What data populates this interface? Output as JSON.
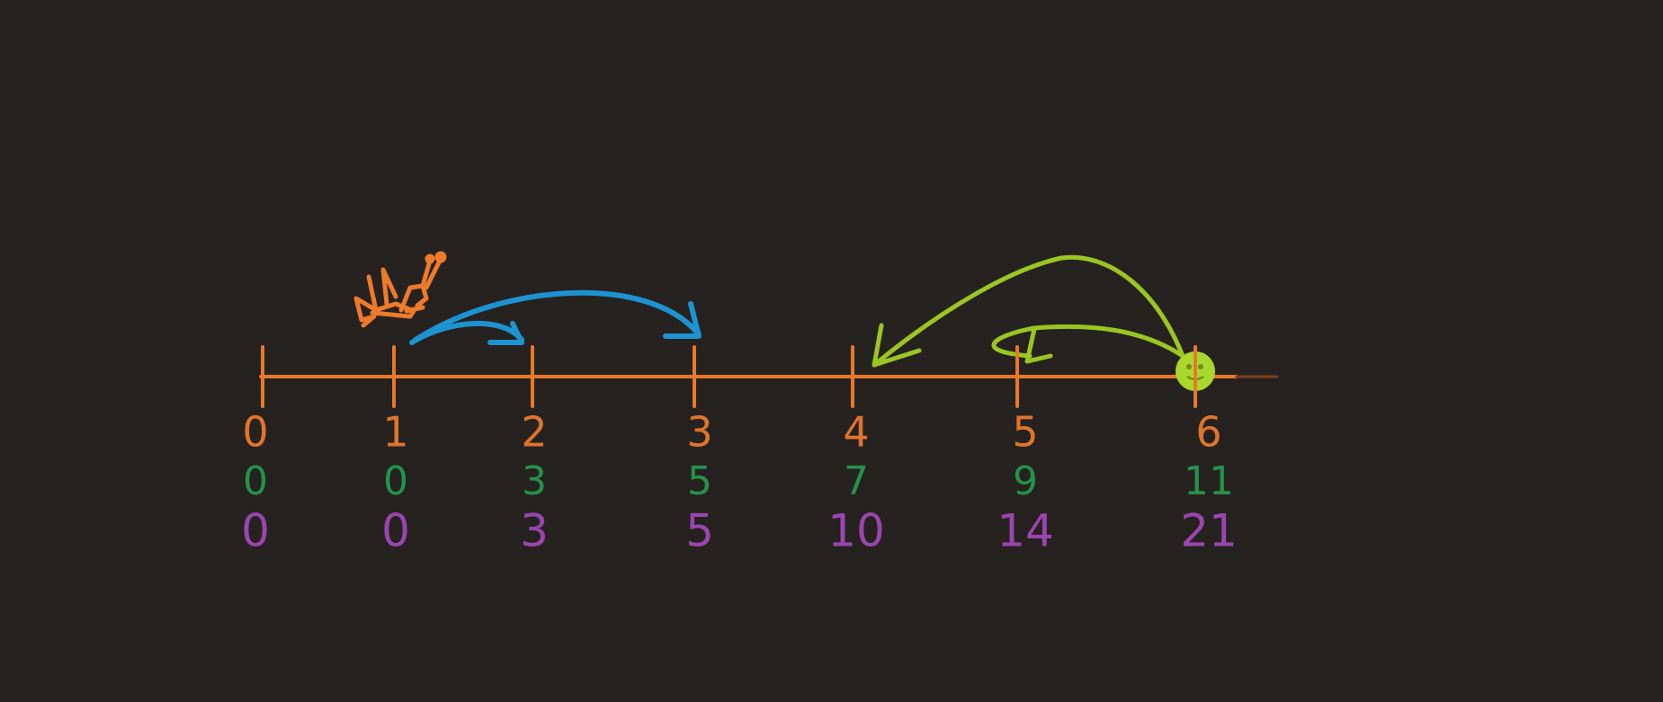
{
  "colors": {
    "background": "#26221f",
    "axis": "#e8782a",
    "row_orange": "#e0742c",
    "row_green": "#24934a",
    "row_purple": "#9b45b0",
    "hop_forward": "#1d93d2",
    "hop_backward": "#9bc522",
    "marker_dot": "#a9d82c",
    "creature": "#ee7a2c"
  },
  "number_line": {
    "columns": [
      {
        "top": "0",
        "middle": "0",
        "bottom": "0"
      },
      {
        "top": "1",
        "middle": "0",
        "bottom": "0"
      },
      {
        "top": "2",
        "middle": "3",
        "bottom": "3"
      },
      {
        "top": "3",
        "middle": "5",
        "bottom": "5"
      },
      {
        "top": "4",
        "middle": "7",
        "bottom": "10"
      },
      {
        "top": "5",
        "middle": "9",
        "bottom": "14"
      },
      {
        "top": "6",
        "middle": "11",
        "bottom": "21"
      }
    ]
  },
  "hops": {
    "forward": [
      {
        "from": 1,
        "to": 2
      },
      {
        "from": 1,
        "to": 3
      }
    ],
    "backward": [
      {
        "from": 6,
        "to": 4
      },
      {
        "from": 6,
        "to": 5
      }
    ]
  },
  "icons": {
    "creature": "grasshopper-doodle-icon",
    "marker": "filled-dot-marker-icon"
  }
}
